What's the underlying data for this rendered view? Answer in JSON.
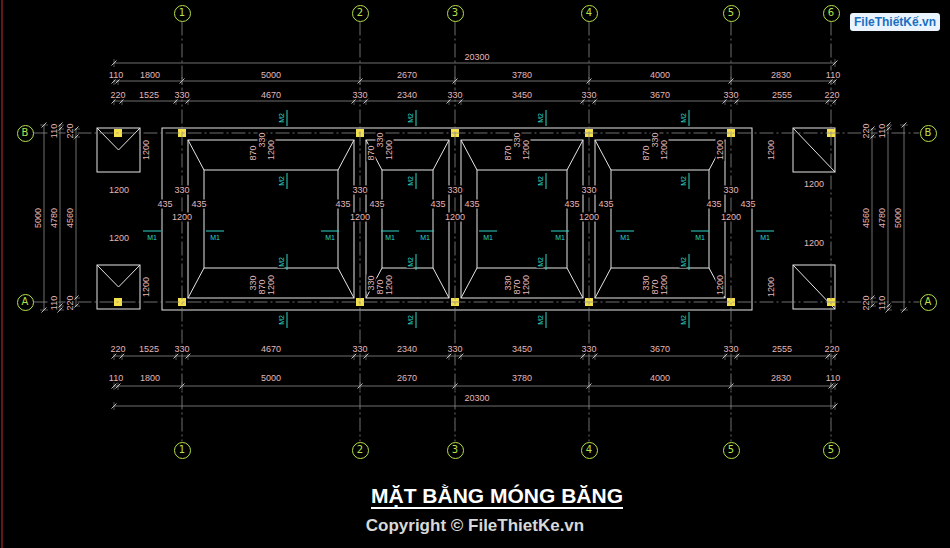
{
  "diagram": {
    "title": "MẶT BẰNG MÓNG BĂNG",
    "nodes": [
      {
        "text": [
          "1"
        ]
      },
      {
        "text": [
          "2"
        ]
      },
      {
        "text": [
          "3"
        ]
      },
      {
        "text": [
          "4"
        ]
      },
      {
        "text": [
          "5"
        ]
      },
      {
        "text": [
          "6"
        ]
      },
      {
        "text": [
          "B"
        ]
      },
      {
        "text": [
          "B"
        ]
      },
      {
        "text": [
          "A"
        ]
      },
      {
        "text": [
          "A"
        ]
      },
      {
        "text": [
          "1"
        ]
      },
      {
        "text": [
          "2"
        ]
      },
      {
        "text": [
          "3"
        ]
      },
      {
        "text": [
          "4"
        ]
      },
      {
        "text": [
          "5"
        ]
      },
      {
        "text": [
          "5"
        ]
      }
    ],
    "edges": [
      {
        "from": 0,
        "to": 10,
        "arrow": "none"
      },
      {
        "from": 1,
        "to": 11,
        "arrow": "none"
      },
      {
        "from": 2,
        "to": 12,
        "arrow": "none"
      },
      {
        "from": 3,
        "to": 13,
        "arrow": "none"
      },
      {
        "from": 4,
        "to": 14,
        "arrow": "none"
      },
      {
        "from": 5,
        "to": 15,
        "arrow": "none"
      },
      {
        "from": 6,
        "to": 7,
        "arrow": "none"
      },
      {
        "from": 8,
        "to": 9,
        "arrow": "none"
      }
    ],
    "labels": [
      "20300",
      "110",
      "1800",
      "5000",
      "2670",
      "3780",
      "4000",
      "2830",
      "110",
      "220",
      "1525",
      "330",
      "4670",
      "330",
      "2340",
      "330",
      "3450",
      "330",
      "3670",
      "330",
      "2555",
      "220",
      "220",
      "1525",
      "330",
      "4670",
      "330",
      "2340",
      "330",
      "3450",
      "330",
      "3670",
      "330",
      "2555",
      "220",
      "110",
      "1800",
      "5000",
      "2670",
      "3780",
      "4000",
      "2830",
      "110",
      "20300",
      "110",
      "220",
      "5000",
      "4780",
      "4560",
      "220",
      "110",
      "220",
      "110",
      "4560",
      "4780",
      "5000",
      "220",
      "110",
      "1200",
      "1200",
      "1200",
      "1200",
      "1200",
      "1200",
      "1200",
      "1200",
      "330",
      "435",
      "435",
      "1200",
      "330",
      "435",
      "435",
      "1200",
      "330",
      "435",
      "435",
      "1200",
      "330",
      "435",
      "435",
      "1200",
      "330",
      "435",
      "435",
      "1200",
      "870",
      "330",
      "1200",
      "870",
      "330",
      "1200",
      "870",
      "330",
      "1200",
      "870",
      "330",
      "1200",
      "1200",
      "330",
      "870",
      "1200",
      "330",
      "870",
      "1200",
      "330",
      "870",
      "1200",
      "330",
      "870",
      "1200",
      "1200",
      "M2",
      "M2",
      "M2",
      "M2",
      "M2",
      "M2",
      "M2",
      "M2",
      "M2",
      "M2",
      "M2",
      "M2",
      "M2",
      "M2",
      "M2",
      "M2",
      "M1",
      "M1",
      "M1",
      "M1",
      "M1",
      "M1",
      "M1",
      "M1",
      "M1",
      "M1",
      "Copyright © FileThietKe.vn",
      "FileThiếtKế.vn"
    ]
  }
}
